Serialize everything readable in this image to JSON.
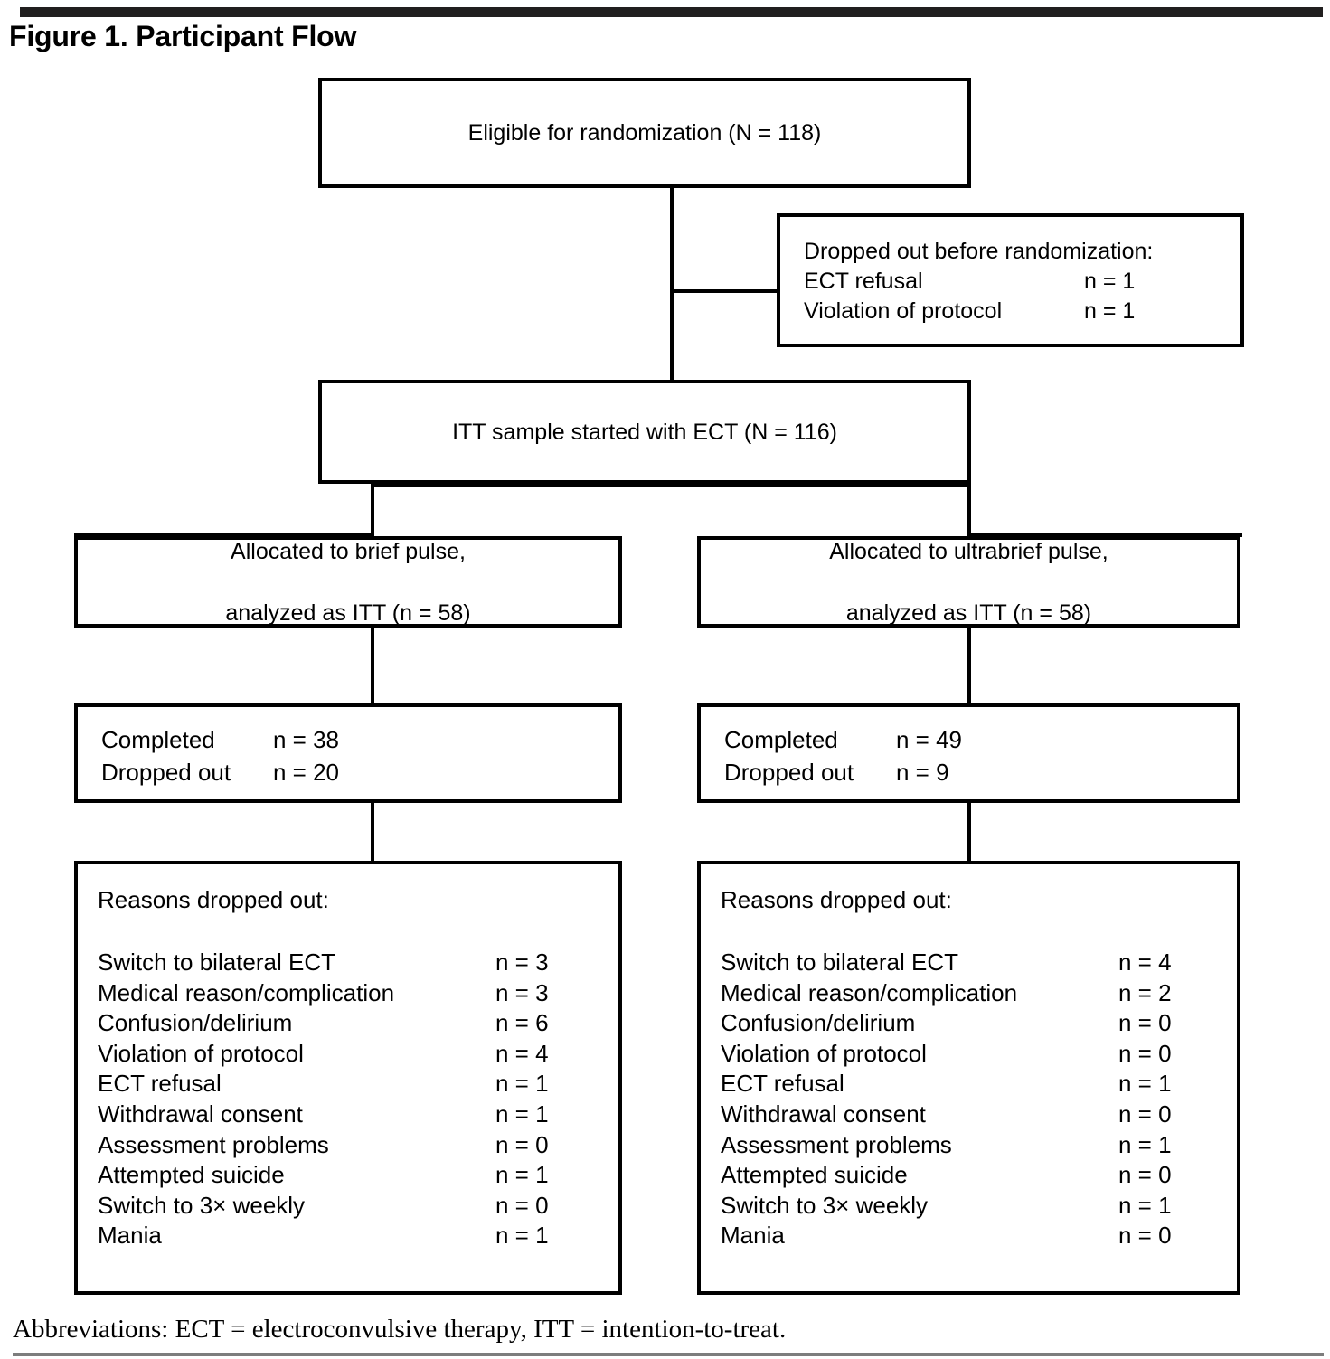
{
  "figure": {
    "title": "Figure 1. Participant Flow",
    "footnote": "Abbreviations: ECT = electroconvulsive therapy, ITT = intention-to-treat."
  },
  "nodes": {
    "eligible": {
      "text": "Eligible for randomization (N = 118)"
    },
    "dropped_before_randomization": {
      "heading": "Dropped out before randomization:",
      "rows": [
        {
          "label": "ECT refusal",
          "value": "n = 1"
        },
        {
          "label": "Violation of protocol",
          "value": "n = 1"
        }
      ]
    },
    "itt_sample": {
      "text": "ITT sample started with ECT (N = 116)"
    },
    "allocation_brief": {
      "line1": "Allocated to brief pulse,",
      "line2": "analyzed as ITT (n = 58)"
    },
    "allocation_ultrabrief": {
      "line1": "Allocated to ultrabrief pulse,",
      "line2": "analyzed as ITT (n = 58)"
    },
    "outcome_brief": {
      "rows": [
        {
          "label": "Completed",
          "value": "n = 38"
        },
        {
          "label": "Dropped out",
          "value": "n = 20"
        }
      ]
    },
    "outcome_ultrabrief": {
      "rows": [
        {
          "label": "Completed",
          "value": "n = 49"
        },
        {
          "label": "Dropped out",
          "value": "n = 9"
        }
      ]
    },
    "reasons_brief": {
      "heading": "Reasons dropped out:",
      "rows": [
        {
          "label": "Switch to bilateral ECT",
          "value": "n = 3"
        },
        {
          "label": "Medical reason/complication",
          "value": "n = 3"
        },
        {
          "label": "Confusion/delirium",
          "value": "n = 6"
        },
        {
          "label": "Violation of protocol",
          "value": "n = 4"
        },
        {
          "label": "ECT refusal",
          "value": "n = 1"
        },
        {
          "label": "Withdrawal consent",
          "value": "n = 1"
        },
        {
          "label": "Assessment problems",
          "value": "n = 0"
        },
        {
          "label": "Attempted suicide",
          "value": "n = 1"
        },
        {
          "label": "Switch to 3× weekly",
          "value": "n = 0"
        },
        {
          "label": "Mania",
          "value": "n = 1"
        }
      ]
    },
    "reasons_ultrabrief": {
      "heading": "Reasons dropped out:",
      "rows": [
        {
          "label": "Switch to bilateral ECT",
          "value": "n = 4"
        },
        {
          "label": "Medical reason/complication",
          "value": "n = 2"
        },
        {
          "label": "Confusion/delirium",
          "value": "n = 0"
        },
        {
          "label": "Violation of protocol",
          "value": "n = 0"
        },
        {
          "label": "ECT refusal",
          "value": "n = 1"
        },
        {
          "label": "Withdrawal consent",
          "value": "n = 0"
        },
        {
          "label": "Assessment problems",
          "value": "n = 1"
        },
        {
          "label": "Attempted suicide",
          "value": "n = 0"
        },
        {
          "label": "Switch to 3× weekly",
          "value": "n = 1"
        },
        {
          "label": "Mania",
          "value": "n = 0"
        }
      ]
    }
  },
  "colors": {
    "line": "#000000",
    "rule": "#211f1f",
    "background": "#ffffff"
  }
}
